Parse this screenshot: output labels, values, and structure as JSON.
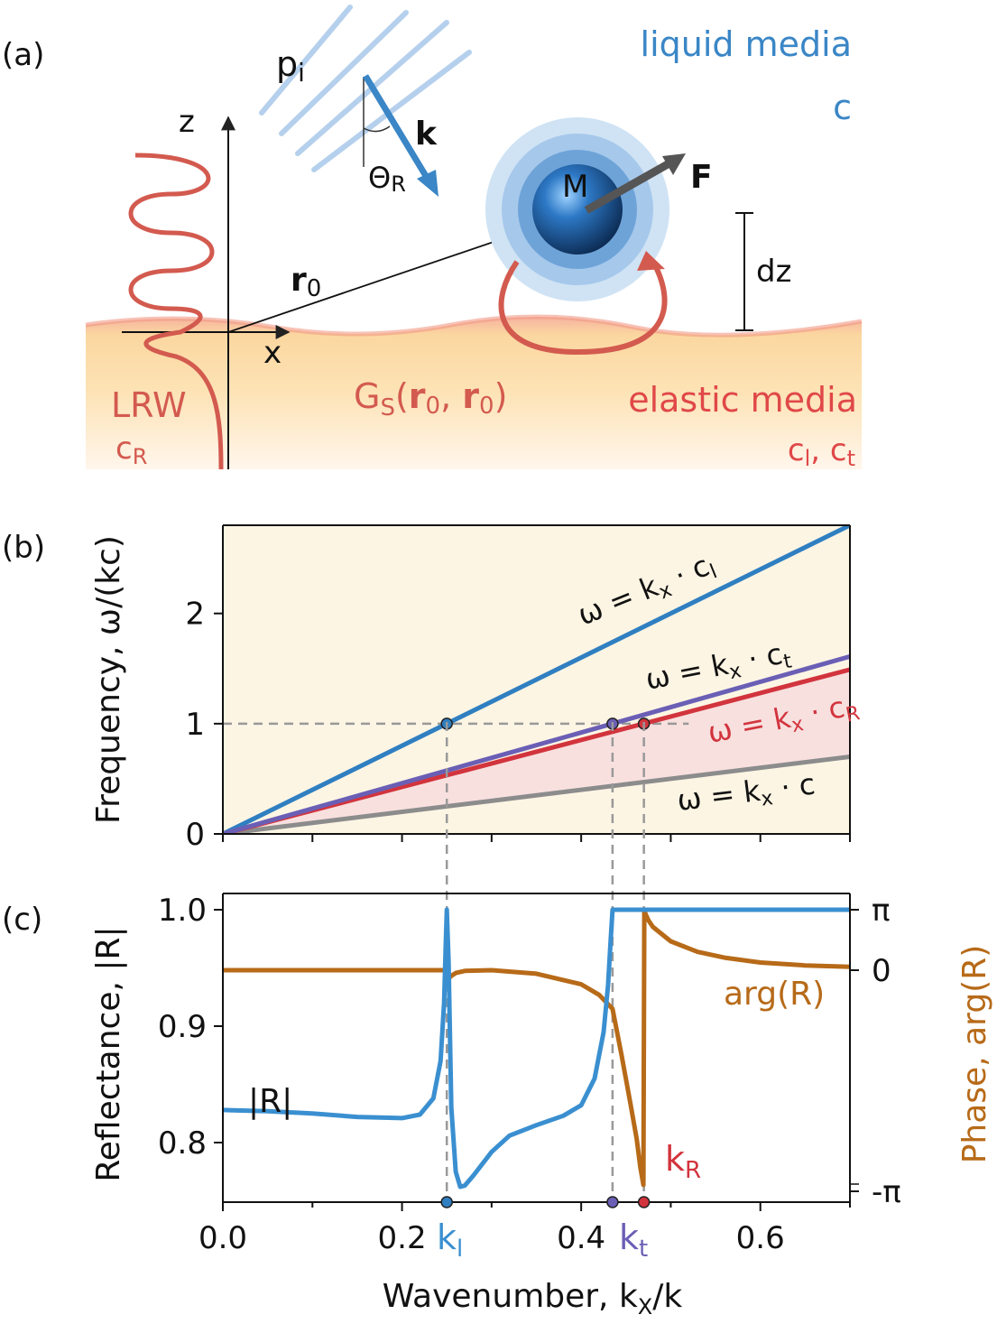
{
  "panel_labels": {
    "a": "(a)",
    "b": "(b)",
    "c": "(c)"
  },
  "schematic": {
    "liquid_label": "liquid media",
    "liquid_speed": "c",
    "pi_p": "p",
    "pi_sub": "i",
    "k_label": "k",
    "theta_main": "Θ",
    "theta_sub": "R",
    "z_label": "z",
    "x_label": "x",
    "r0_main": "r",
    "r0_sub": "0",
    "M_label": "M",
    "F_label": "F",
    "dz_label": "dz",
    "lrw_label": "LRW",
    "cR_main": "c",
    "cR_sub": "R",
    "gs_G": "G",
    "gs_sub": "S",
    "gs_open": "(",
    "gs_r1": "r",
    "gs_sub1": "0",
    "gs_comma": ", ",
    "gs_r2": "r",
    "gs_sub2": "0",
    "gs_close": ")",
    "elastic_label": "elastic media",
    "cl_main": "c",
    "cl_sub": "l",
    "ct_sep": ", c",
    "ct_sub": "t",
    "colors": {
      "liquid": "#3a86c6",
      "elastic": "#d9534f",
      "wave": "#d35a4f"
    }
  },
  "chart_data": [
    {
      "type": "line",
      "panel": "b",
      "ylabel": "Frequency, ω/(kc)",
      "xlim": [
        0,
        0.7
      ],
      "ylim": [
        0,
        2.8
      ],
      "yticks": [
        0,
        1,
        2
      ],
      "xticks": [
        0,
        0.1,
        0.2,
        0.3,
        0.4,
        0.5,
        0.6,
        0.7
      ],
      "series": [
        {
          "name": "ω = kx · cl",
          "slope": 4.0,
          "color": "#2f7fc1"
        },
        {
          "name": "ω = kx · ct",
          "slope": 2.3,
          "color": "#6a5fb5"
        },
        {
          "name": "ω = kx · cR",
          "slope": 2.13,
          "color": "#d2343d"
        },
        {
          "name": "ω = kx · c",
          "slope": 1.0,
          "color": "#8c8c8c"
        }
      ],
      "markers": [
        {
          "x": 0.25,
          "y": 1,
          "color": "#2f7fc1"
        },
        {
          "x": 0.435,
          "y": 1,
          "color": "#6a5fb5"
        },
        {
          "x": 0.47,
          "y": 1,
          "color": "#d2343d"
        }
      ],
      "reference_line": {
        "y": 1,
        "x_to": 0.52
      },
      "labels": {
        "cl": {
          "omega": "ω = k",
          "x": "x",
          "dot": " · c",
          "sub": "l"
        },
        "ct": {
          "omega": "ω = k",
          "x": "x",
          "dot": " · c",
          "sub": "t"
        },
        "cR": {
          "omega": "ω = k",
          "x": "x",
          "dot": " · c",
          "sub": "R"
        },
        "c": {
          "omega": "ω = k",
          "x": "x",
          "dot": " · c",
          "sub": ""
        }
      },
      "regions": {
        "upper_color": "#fdf5e4",
        "lower_color": "#f8e0df"
      }
    },
    {
      "type": "line",
      "panel": "c",
      "xlabel": "Wavenumber, kX/k",
      "ylabel": "Reflectance, |R|",
      "y2label": "Phase, arg(R)",
      "xlim": [
        0,
        0.7
      ],
      "ylim": [
        0.75,
        1.005
      ],
      "yticks": [
        0.8,
        0.9,
        1.0
      ],
      "ytick_labels": [
        "0.8",
        "0.9",
        "1.0"
      ],
      "xticks": [
        0.0,
        0.2,
        0.4,
        0.6
      ],
      "xtick_labels": [
        "0.0",
        "0.2",
        "0.4",
        "0.6"
      ],
      "y2lim": [
        -3.3,
        3.25
      ],
      "y2ticks": [
        3.1416,
        0,
        -3.1416
      ],
      "y2tick_labels": [
        "π",
        "0",
        "-π"
      ],
      "series": [
        {
          "name": "|R|",
          "color": "#3a8fd0",
          "x": [
            0,
            0.05,
            0.1,
            0.15,
            0.2,
            0.22,
            0.235,
            0.243,
            0.247,
            0.249,
            0.25,
            0.252,
            0.255,
            0.26,
            0.265,
            0.27,
            0.28,
            0.3,
            0.32,
            0.35,
            0.38,
            0.4,
            0.415,
            0.425,
            0.43,
            0.433,
            0.435,
            0.44,
            0.47,
            0.5,
            0.6,
            0.7
          ],
          "y": [
            0.828,
            0.827,
            0.825,
            0.822,
            0.821,
            0.824,
            0.838,
            0.87,
            0.92,
            0.975,
            1.0,
            0.955,
            0.83,
            0.775,
            0.762,
            0.763,
            0.772,
            0.792,
            0.806,
            0.815,
            0.823,
            0.832,
            0.855,
            0.895,
            0.935,
            0.975,
            1.0,
            1.0,
            1.0,
            1.0,
            1.0,
            1.0
          ]
        },
        {
          "name": "arg(R)",
          "color": "#b76a18",
          "x": [
            0,
            0.1,
            0.2,
            0.245,
            0.249,
            0.25,
            0.252,
            0.255,
            0.26,
            0.27,
            0.3,
            0.35,
            0.4,
            0.42,
            0.435,
            0.445,
            0.455,
            0.462,
            0.466,
            0.4695,
            0.4705,
            0.472,
            0.475,
            0.48,
            0.5,
            0.53,
            0.56,
            0.6,
            0.65,
            0.7
          ],
          "y": [
            0,
            0,
            0,
            0,
            0,
            -0.05,
            -0.12,
            -0.08,
            -0.04,
            -0.01,
            0.0,
            -0.05,
            -0.2,
            -0.35,
            -0.55,
            -1.2,
            -1.9,
            -2.4,
            -2.8,
            -3.05,
            3.1416,
            2.9,
            2.6,
            2.25,
            1.5,
            0.95,
            0.65,
            0.4,
            0.25,
            0.18
          ]
        }
      ],
      "markers": [
        {
          "x": 0.25,
          "color": "#2f7fc1"
        },
        {
          "x": 0.435,
          "color": "#6a5fb5"
        },
        {
          "x": 0.47,
          "color": "#d2343d"
        }
      ],
      "annotations": {
        "absR": "|R|",
        "argR": "arg(R)",
        "kR_main": "k",
        "kR_sub": "R",
        "kl_main": "k",
        "kl_sub": "l",
        "kt_main": "k",
        "kt_sub": "t",
        "xlabel_main": "Wavenumber, k",
        "xlabel_sub": "X",
        "xlabel_tail": "/k"
      }
    }
  ]
}
